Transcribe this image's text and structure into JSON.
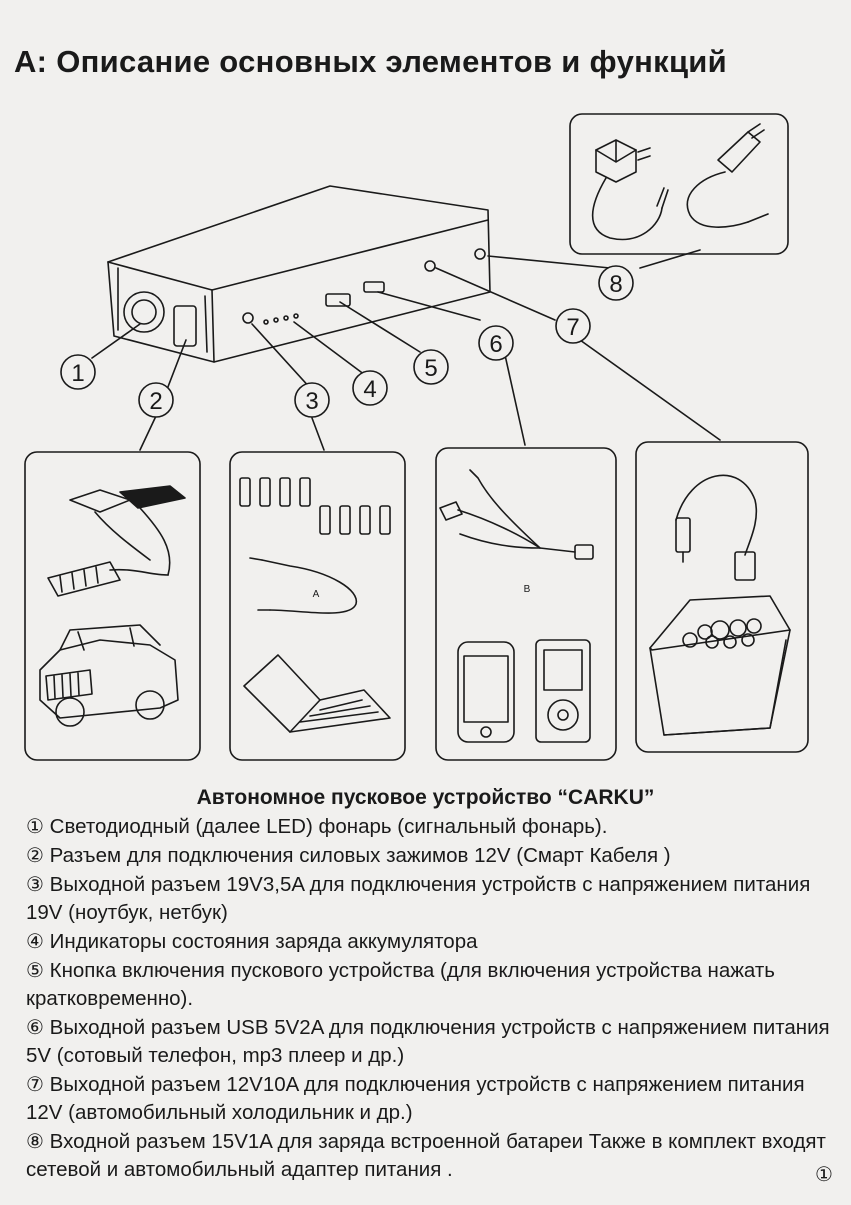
{
  "title": "A: Описание основных элементов и функций",
  "device_caption": "Автономное пусковое устройство “CARKU”",
  "callouts": [
    "1",
    "2",
    "3",
    "4",
    "5",
    "6",
    "7",
    "8"
  ],
  "panel_labels": {
    "panel3": "A",
    "panel6": "B"
  },
  "items": [
    {
      "num": "①",
      "text": "Светодиодный (далее LED) фонарь (сигнальный фонарь)."
    },
    {
      "num": "②",
      "text": "Разъем для подключения силовых зажимов 12V (Смарт Кабеля )"
    },
    {
      "num": "③",
      "text": "Выходной разъем 19V3,5A для подключения устройств с напряжением питания 19V (ноутбук, нетбук)"
    },
    {
      "num": "④",
      "text": "Индикаторы состояния заряда аккумулятора"
    },
    {
      "num": "⑤",
      "text": "Кнопка включения пускового устройства (для включения устройства нажать кратковременно)."
    },
    {
      "num": "⑥",
      "text": "Выходной разъем USB 5V2A для подключения устройств с напряжением питания 5V (сотовый телефон, mp3 плеер и др.)"
    },
    {
      "num": "⑦",
      "text": "Выходной разъем 12V10A для подключения устройств с напряжением питания 12V (автомобильный холодильник и др.)"
    },
    {
      "num": "⑧",
      "text": "Входной разъем 15V1A для заряда встроенной батареи Также в комплект входят сетевой и автомобильный адаптер питания ."
    }
  ],
  "page_number": "①"
}
